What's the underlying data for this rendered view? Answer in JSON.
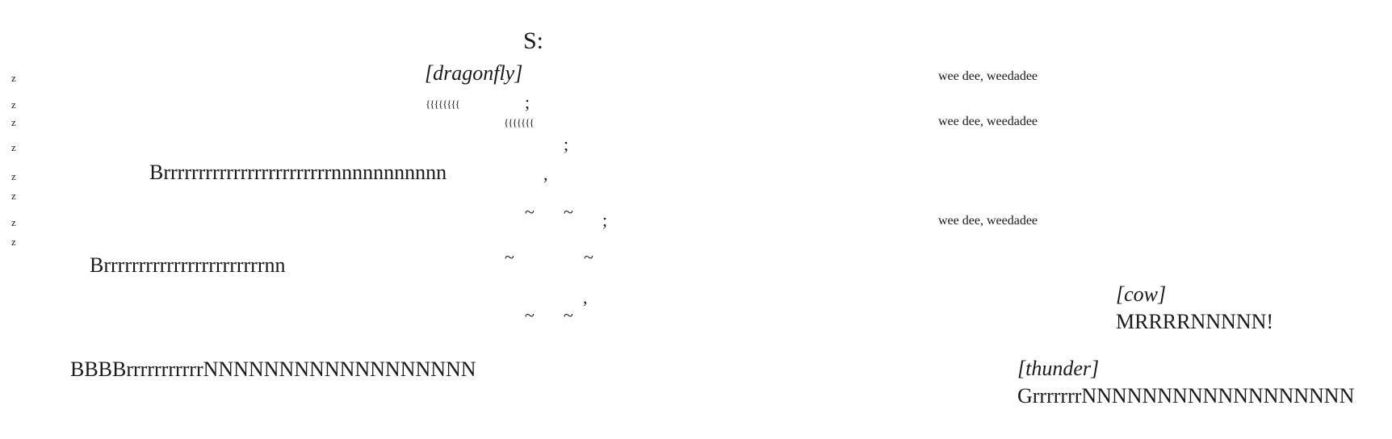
{
  "title": "S:",
  "margin_marks": [
    "z",
    "z",
    "z",
    "z",
    "z",
    "z",
    "z",
    "z"
  ],
  "dragonfly": {
    "label": "[dragonfly]",
    "braces_1": "{{{{{{{{",
    "semicolon_1": ";",
    "braces_2": "{{{{{{{",
    "semicolon_2": ";",
    "comma_1": ",",
    "tilde_row1": [
      "~",
      "~"
    ],
    "semicolon_3": ";",
    "tilde_row2": [
      "~",
      "~"
    ],
    "comma_2": ",",
    "tilde_row3": [
      "~",
      "~"
    ]
  },
  "brr_line_1": "Brrrrrrrrrrrrrrrrrrrrrrrrnnnnnnnnnnn",
  "brr_line_2": "Brrrrrrrrrrrrrrrrrrrrrrrnn",
  "brr_line_3": "BBBBrrrrrrrrrrrNNNNNNNNNNNNNNNNNN",
  "wee": [
    "wee dee, weedadee",
    "wee dee, weedadee",
    "wee dee, weedadee"
  ],
  "cow": {
    "label": "[cow]",
    "sound": "MRRRRNNNNN!"
  },
  "thunder": {
    "label": "[thunder]",
    "sound": "GrrrrrrrNNNNNNNNNNNNNNNNNN"
  }
}
